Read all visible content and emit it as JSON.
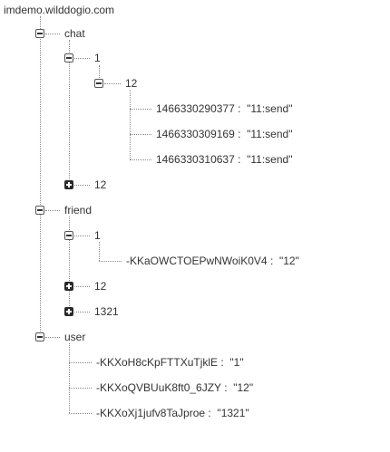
{
  "root": {
    "label": "imdemo.wilddogio.com"
  },
  "chat": {
    "label": "chat",
    "n1": {
      "label": "1",
      "n12": {
        "label": "12",
        "items": [
          {
            "key": "1466330290377",
            "value": "\"11:send\""
          },
          {
            "key": "1466330309169",
            "value": "\"11:send\""
          },
          {
            "key": "1466330310637",
            "value": "\"11:send\""
          }
        ]
      }
    },
    "n12": {
      "label": "12"
    }
  },
  "friend": {
    "label": "friend",
    "n1": {
      "label": "1",
      "items": [
        {
          "key": "-KKaOWCTOEPwNWoiK0V4",
          "value": "\"12\""
        }
      ]
    },
    "n12": {
      "label": "12"
    },
    "n1321": {
      "label": "1321"
    }
  },
  "user": {
    "label": "user",
    "items": [
      {
        "key": "-KKXoH8cKpFTTXuTjklE",
        "value": "\"1\""
      },
      {
        "key": "-KKXoQVBUuK8ft0_6JZY",
        "value": "\"12\""
      },
      {
        "key": "-KKXoXj1jufv8TaJproe",
        "value": "\"1321\""
      }
    ]
  },
  "separator": ":"
}
